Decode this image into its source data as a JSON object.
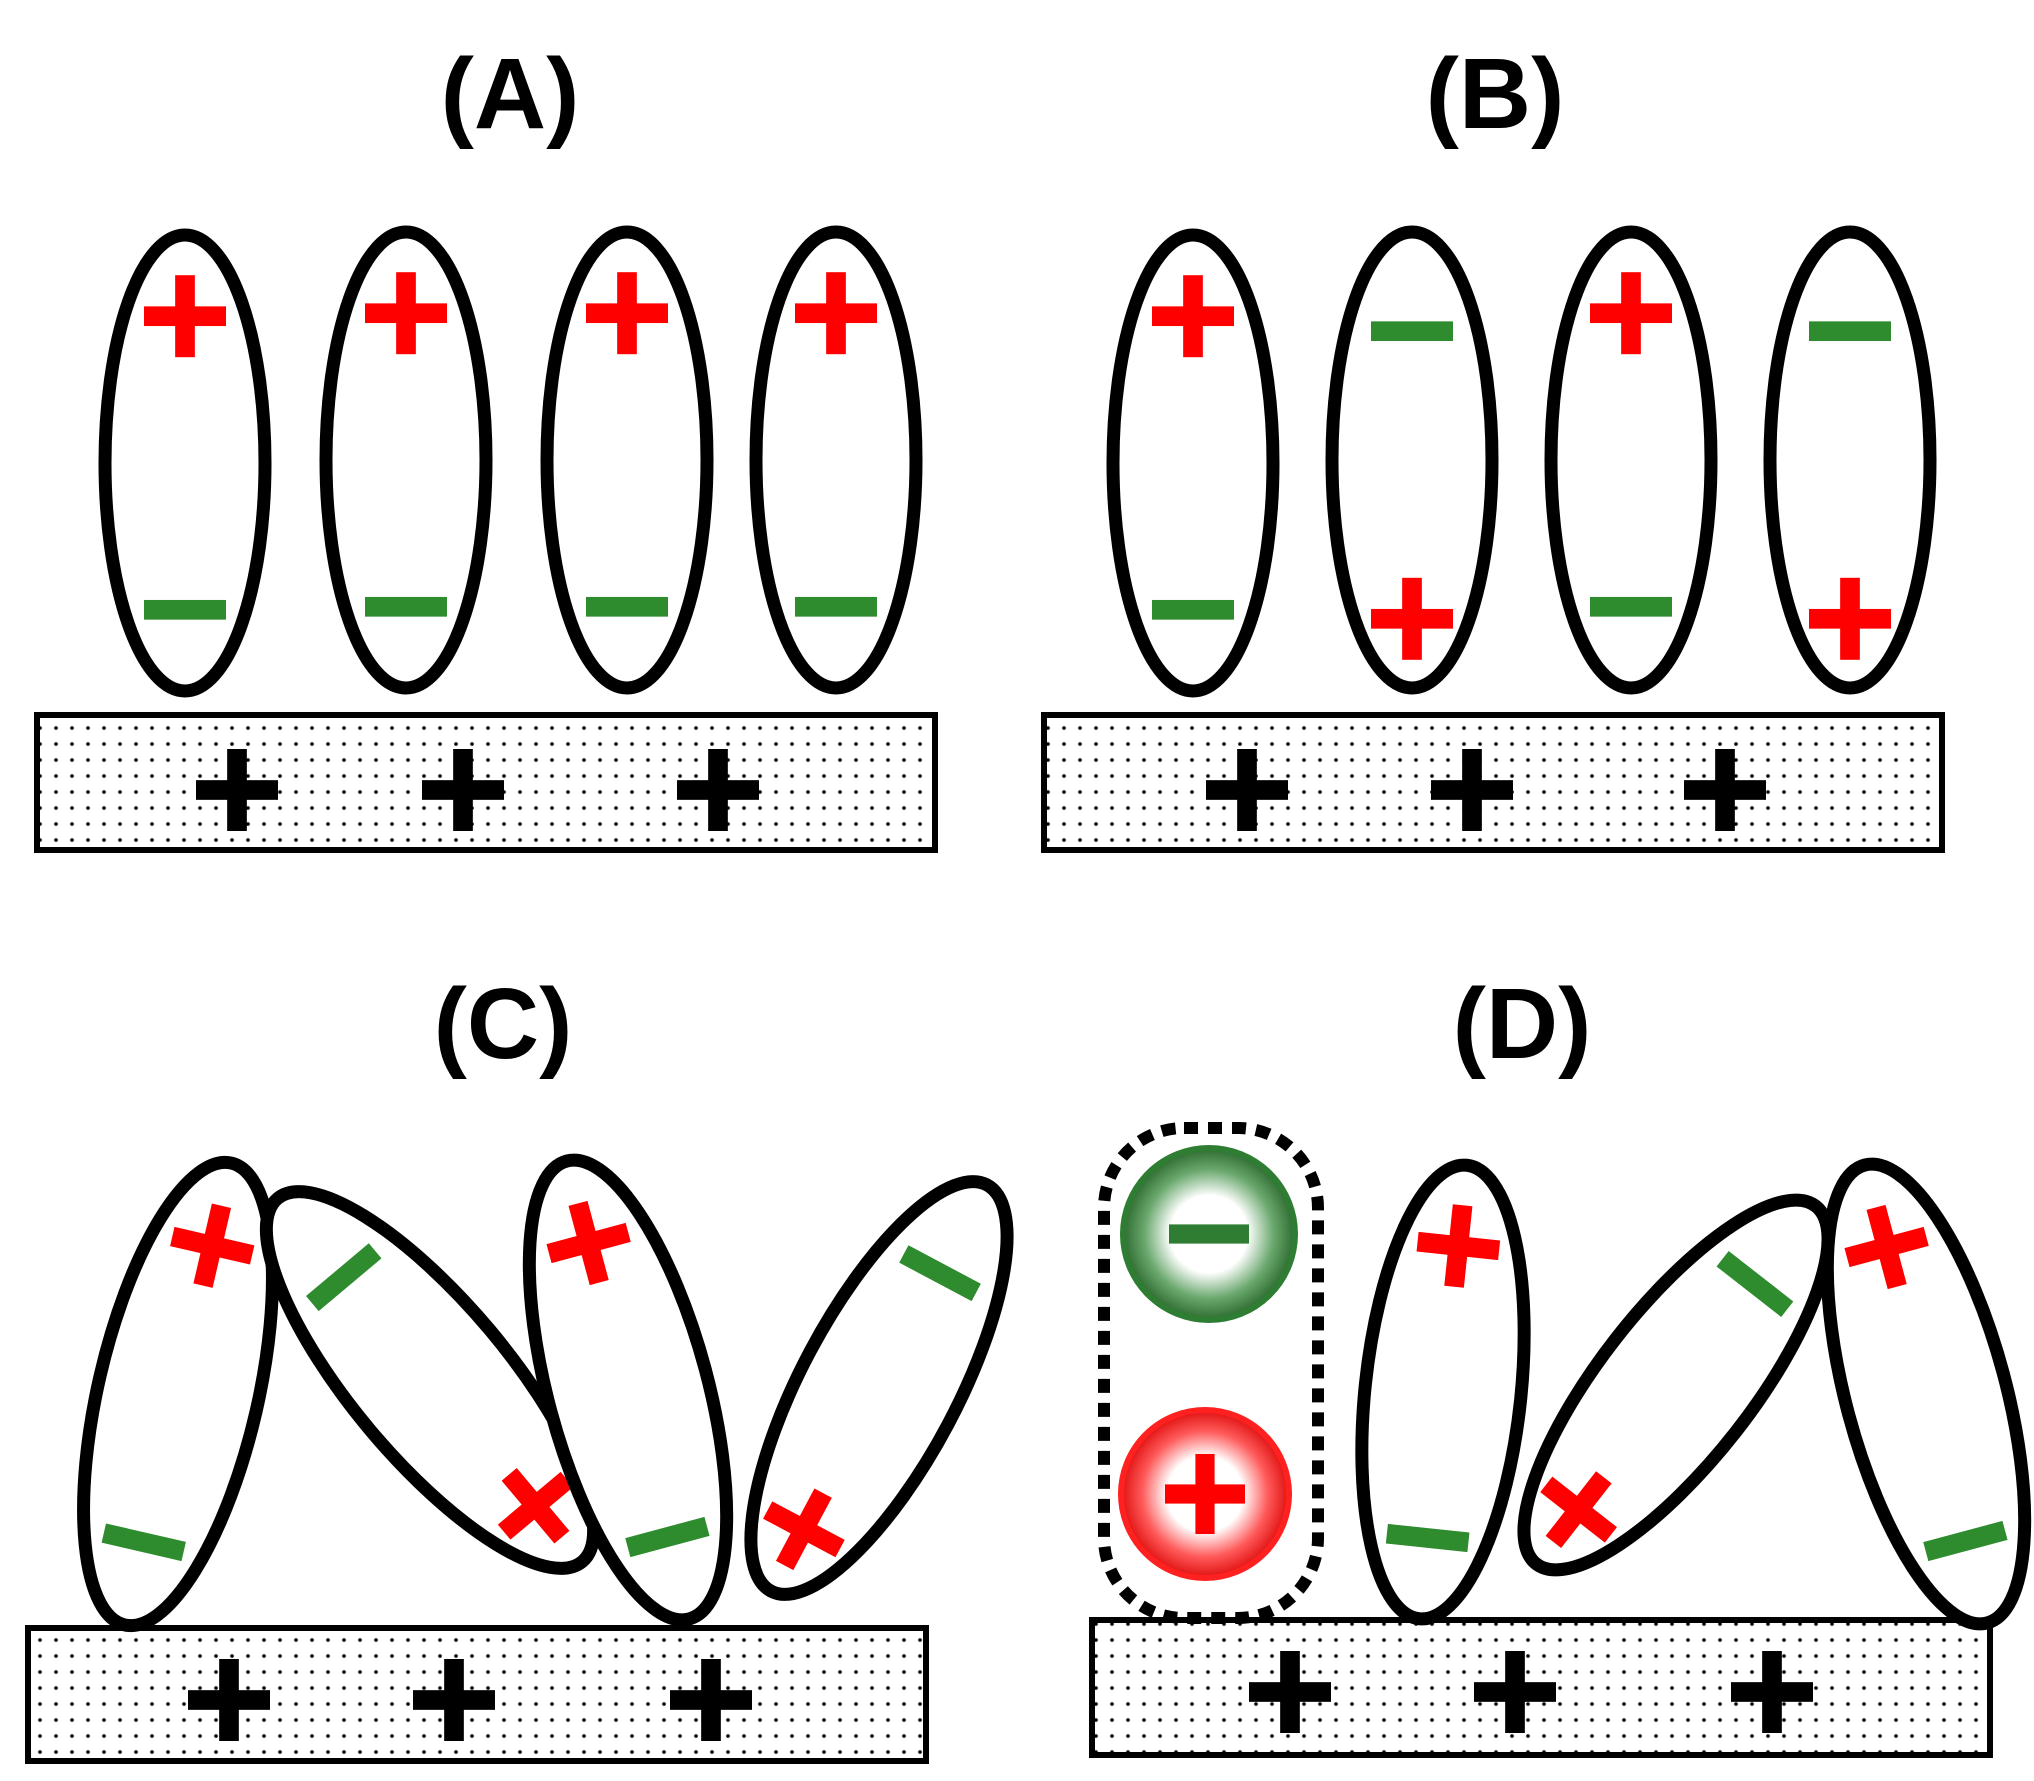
{
  "colors": {
    "positive": "#ff0000",
    "negative": "#2e8b2e",
    "outline": "#000000",
    "substrate_fill": "#ffffff",
    "substrate_dots": "#000000",
    "cation_fill": "#ff2020",
    "anion_fill": "#2e7d32"
  },
  "labels": {
    "panel_a": "(A)",
    "panel_b": "(B)",
    "panel_c": "(C)",
    "panel_d": "(D)"
  },
  "panels": [
    {
      "id": "a",
      "molecules": [
        {
          "top": "+",
          "bottom": "-"
        },
        {
          "top": "+",
          "bottom": "-"
        },
        {
          "top": "+",
          "bottom": "-"
        },
        {
          "top": "+",
          "bottom": "-"
        }
      ],
      "substrate_charges": [
        "+",
        "+",
        "+"
      ]
    },
    {
      "id": "b",
      "molecules": [
        {
          "top": "+",
          "bottom": "-"
        },
        {
          "top": "-",
          "bottom": "+"
        },
        {
          "top": "+",
          "bottom": "-"
        },
        {
          "top": "-",
          "bottom": "+"
        }
      ],
      "substrate_charges": [
        "+",
        "+",
        "+"
      ]
    },
    {
      "id": "c",
      "molecules": [
        {
          "top": "+",
          "bottom": "-",
          "tilt": "slight-right"
        },
        {
          "top": "-",
          "bottom": "+",
          "tilt": "lying-left"
        },
        {
          "top": "+",
          "bottom": "-",
          "tilt": "slight-left"
        },
        {
          "top": "-",
          "bottom": "+",
          "tilt": "lying-right"
        }
      ],
      "substrate_charges": [
        "+",
        "+",
        "+"
      ]
    },
    {
      "id": "d",
      "ion_pair": {
        "top": "-",
        "bottom": "+"
      },
      "molecules": [
        {
          "top": "+",
          "bottom": "-",
          "tilt": "slight-right"
        },
        {
          "top": "-",
          "bottom": "+",
          "tilt": "lying-right"
        },
        {
          "top": "+",
          "bottom": "-",
          "tilt": "slight-left"
        }
      ],
      "substrate_charges": [
        "+",
        "+",
        "+"
      ]
    }
  ]
}
